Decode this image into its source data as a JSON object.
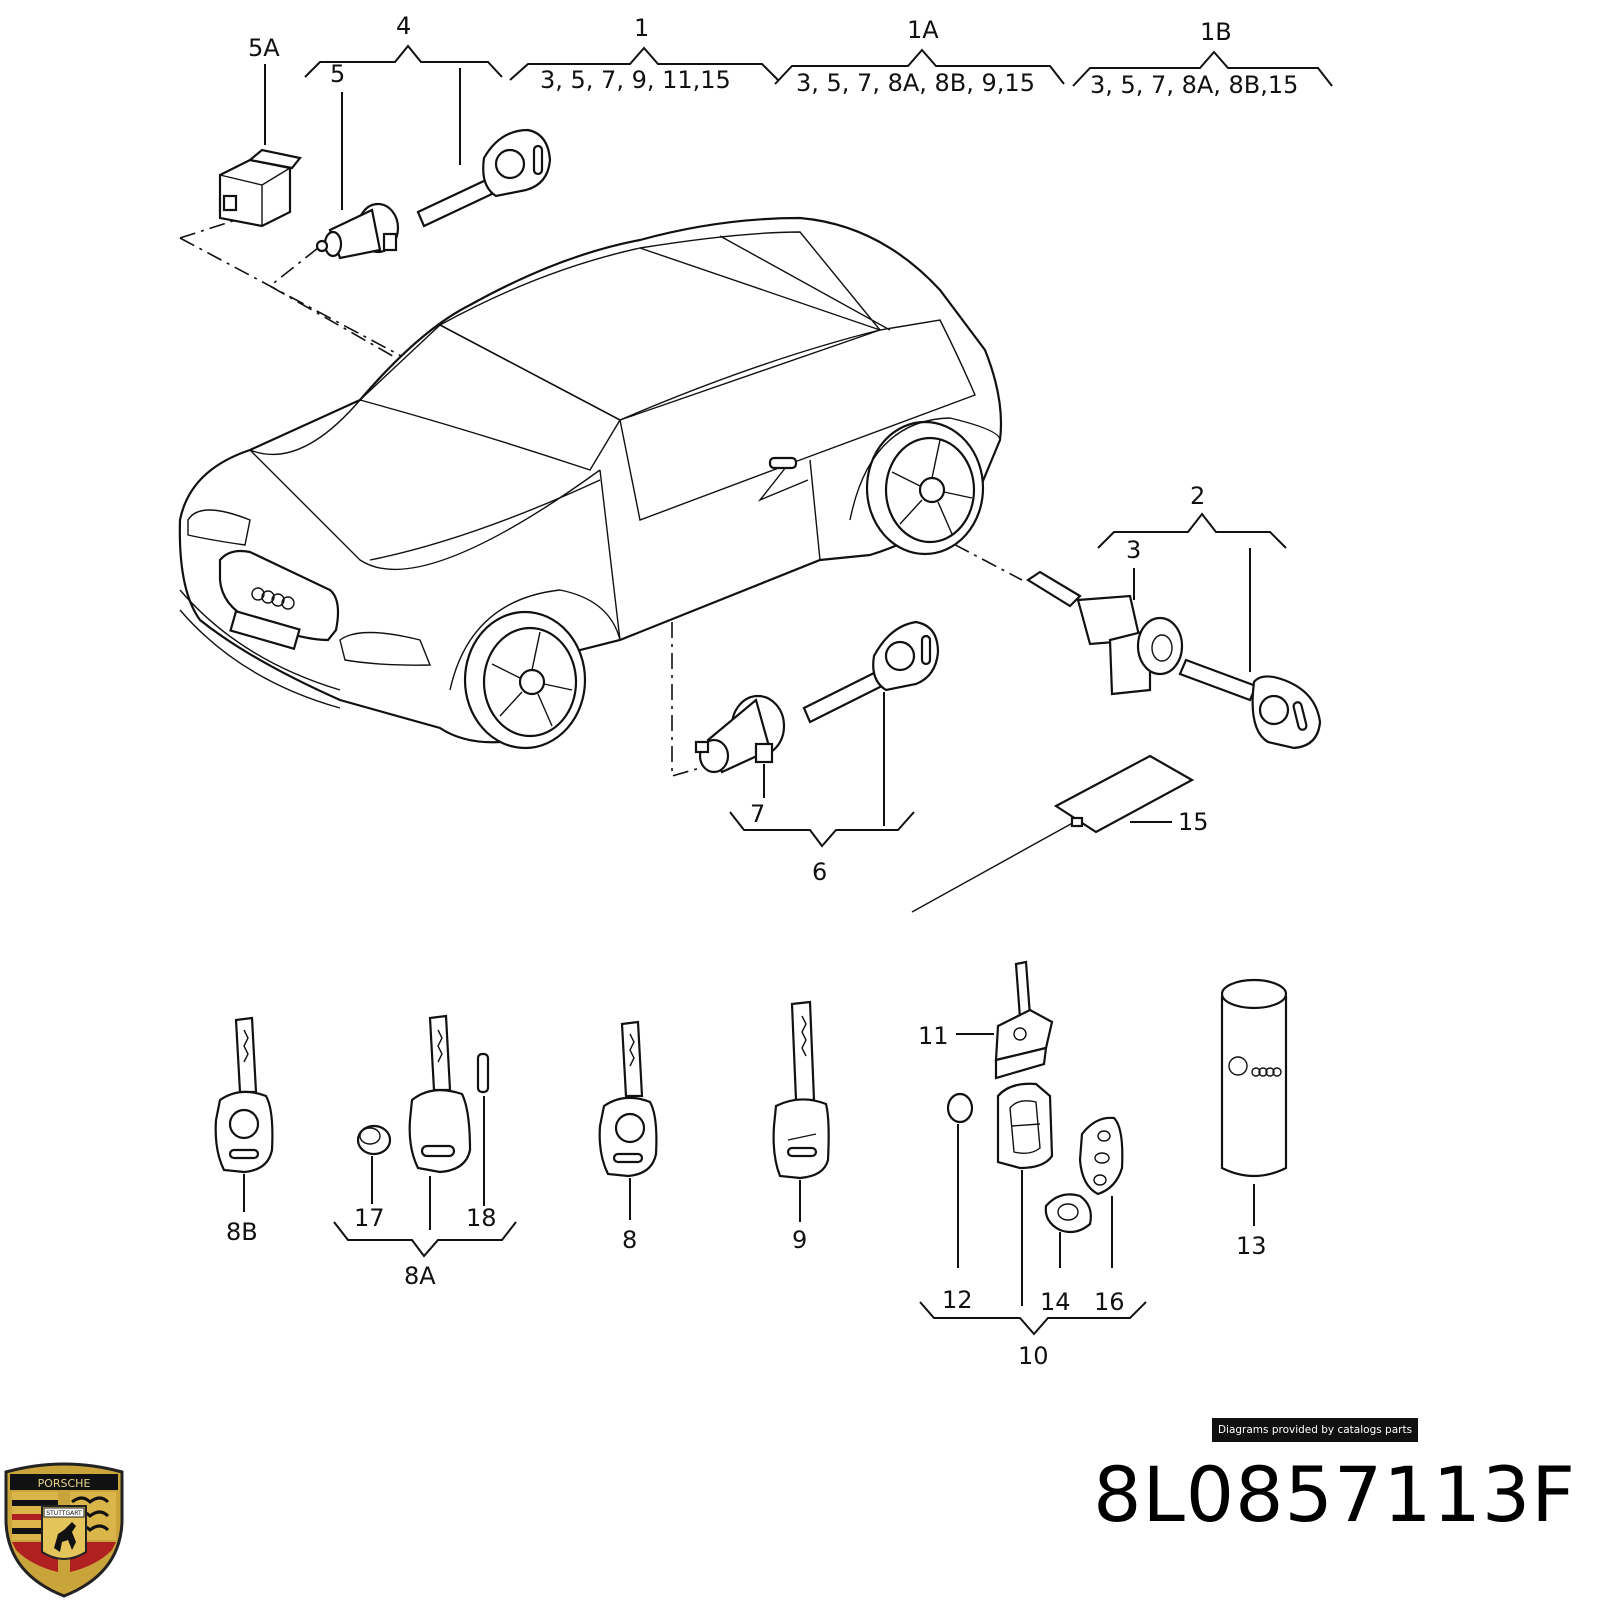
{
  "groups": {
    "g4": {
      "label": "4"
    },
    "g1": {
      "label": "1",
      "contents": "3, 5, 7, 9, 11,15"
    },
    "g1a": {
      "label": "1A",
      "contents": "3, 5, 7, 8A, 8B, 9,15"
    },
    "g1b": {
      "label": "1B",
      "contents": "3, 5, 7, 8A, 8B,15"
    },
    "g2": {
      "label": "2"
    },
    "g6": {
      "label": "6"
    },
    "g8a": {
      "label": "8A"
    },
    "g10": {
      "label": "10"
    }
  },
  "callouts": {
    "c5a": "5A",
    "c5": "5",
    "c3": "3",
    "c7": "7",
    "c15": "15",
    "c11": "11",
    "c12": "12",
    "c13": "13",
    "c14": "14",
    "c16": "16",
    "c17": "17",
    "c18": "18",
    "c8": "8",
    "c8b": "8B",
    "c9": "9"
  },
  "logo_text": {
    "brand": "PORSCHE",
    "city": "STUTTGART"
  },
  "footer": {
    "credit": "Diagrams provided by catalogs parts",
    "part_number": "8L0857113F"
  }
}
